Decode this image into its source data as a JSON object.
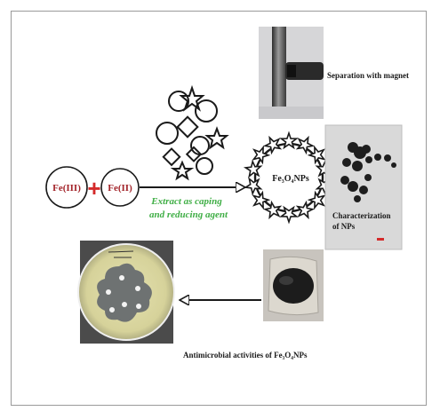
{
  "reactants": {
    "fe3_label": "Fe(III)",
    "plus": "+",
    "fe2_label": "Fe(II)"
  },
  "arrow_caption": {
    "line1": "Extract as caping",
    "line2": "and reducing agent"
  },
  "nanoparticle_label": "Fe₃O₄NPs",
  "photos": {
    "magnet_caption": "Separation with magnet",
    "characterization_caption_line1": "Characterization",
    "characterization_caption_line2": "of NPs",
    "antimicrobial_caption": "Antimicrobial activities of Fe₃O₄NPs"
  },
  "colors": {
    "reactant_text": "#a3252b",
    "plus_sign": "#d42a2a",
    "caption_green": "#3fae45",
    "outline": "#1a1a1a"
  }
}
